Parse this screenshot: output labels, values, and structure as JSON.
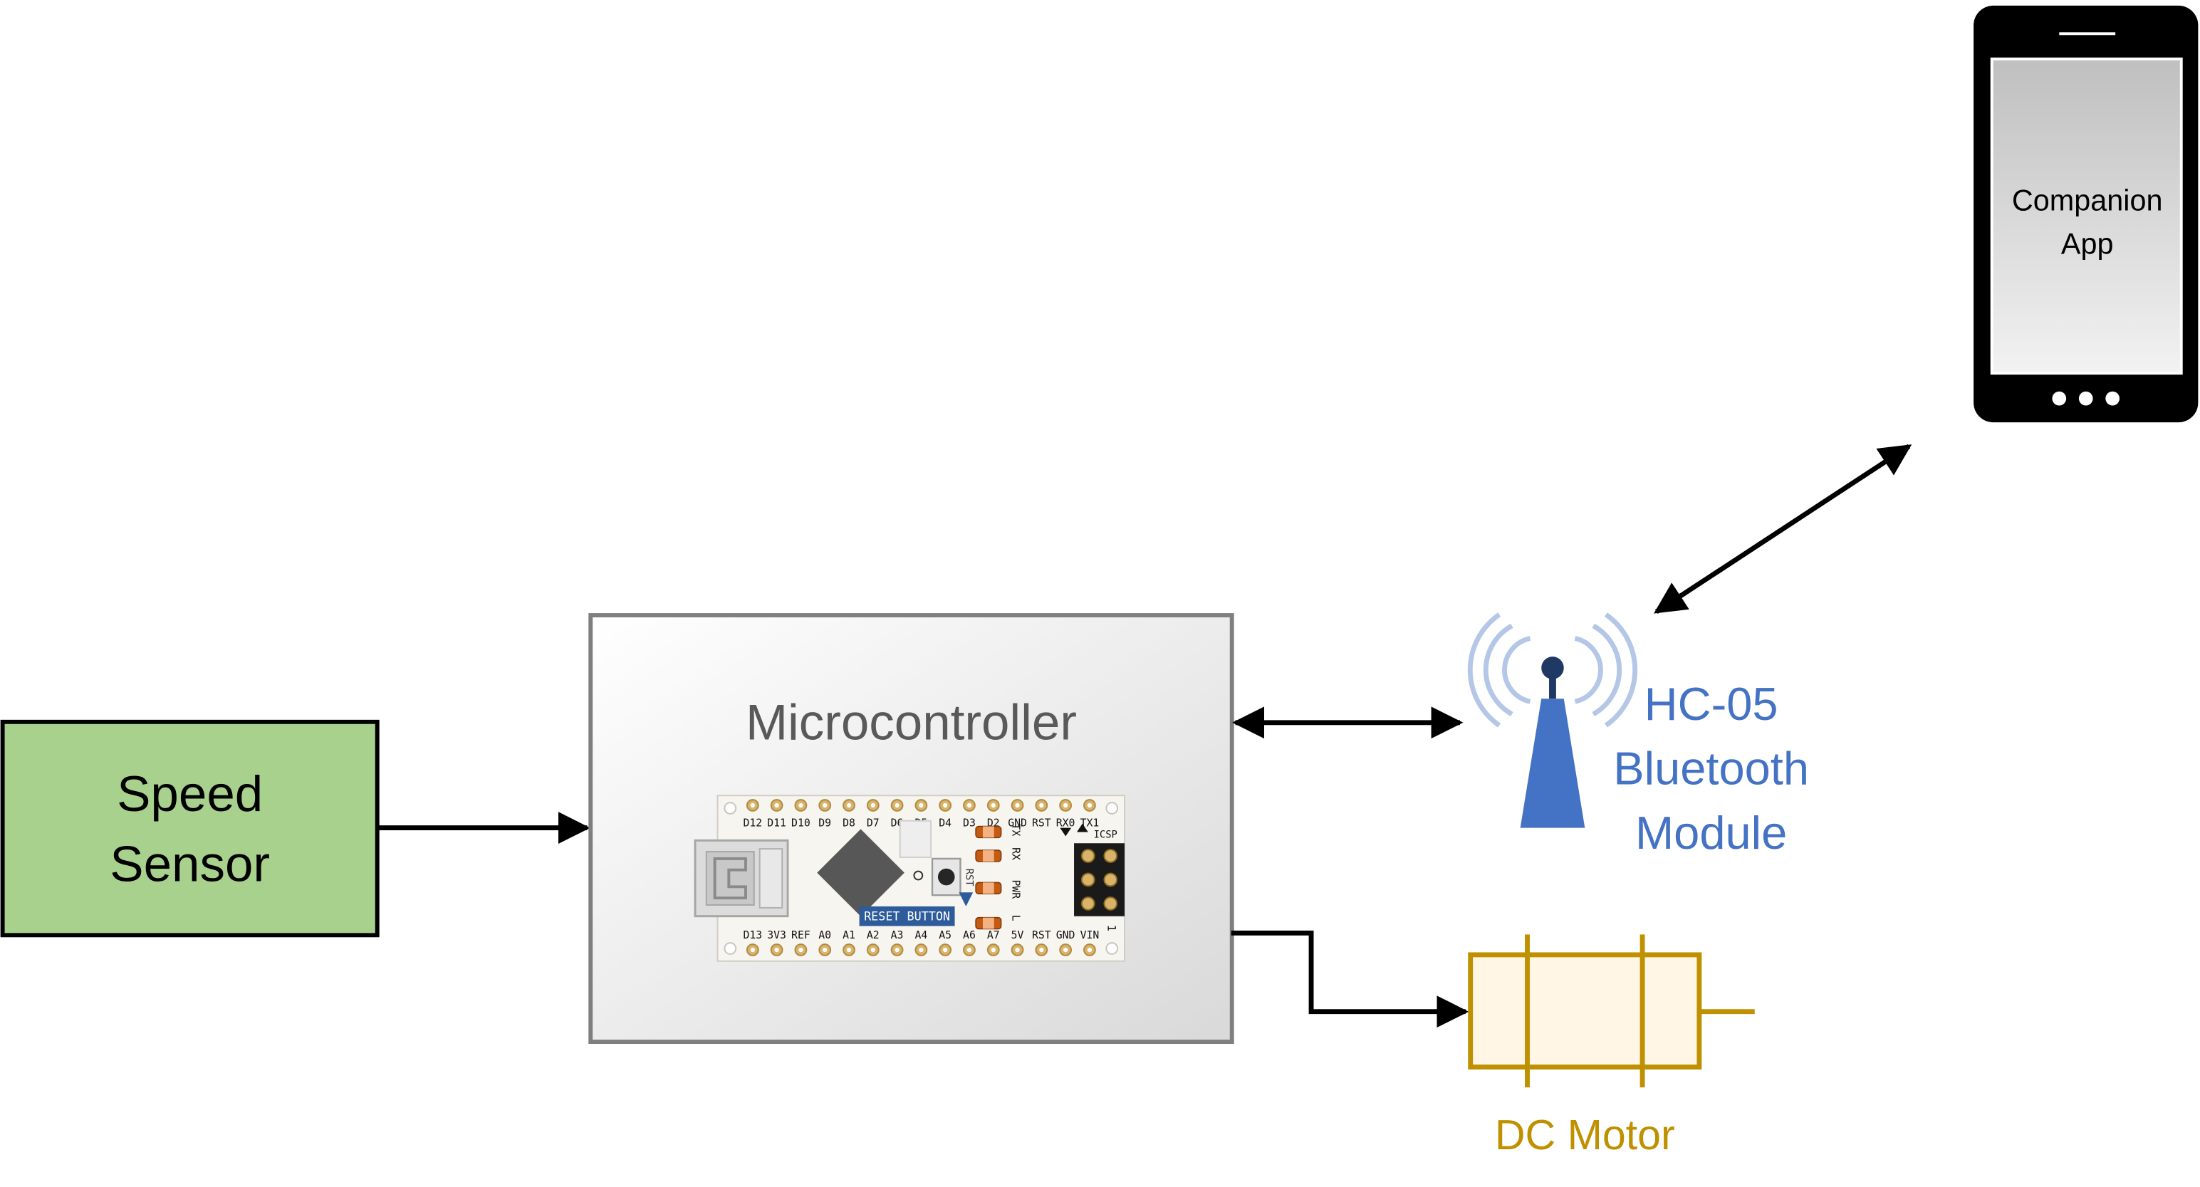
{
  "speed_sensor": {
    "line1": "Speed",
    "line2": "Sensor",
    "fill": "#a9d18e"
  },
  "microcontroller": {
    "title": "Microcontroller",
    "board": {
      "top_pins": [
        "D12",
        "D11",
        "D10",
        "D9",
        "D8",
        "D7",
        "D6",
        "D5",
        "D4",
        "D3",
        "D2",
        "GND",
        "RST",
        "RX0",
        "TX1"
      ],
      "bottom_pins": [
        "D13",
        "3V3",
        "REF",
        "A0",
        "A1",
        "A2",
        "A3",
        "A4",
        "A5",
        "A6",
        "A7",
        "5V",
        "RST",
        "GND",
        "VIN"
      ],
      "leds": [
        "TX",
        "RX",
        "PWR",
        "L"
      ],
      "icsp_label": "ICSP",
      "rst_label": "RST",
      "pin1_label": "1",
      "reset_label": "RESET BUTTON"
    }
  },
  "bluetooth": {
    "line1": "HC-05",
    "line2": "Bluetooth",
    "line3": "Module",
    "color": "#4472c4"
  },
  "phone": {
    "line1": "Companion",
    "line2": "App"
  },
  "motor": {
    "label": "DC Motor",
    "color": "#bf9000",
    "fill": "#fff6e6"
  }
}
